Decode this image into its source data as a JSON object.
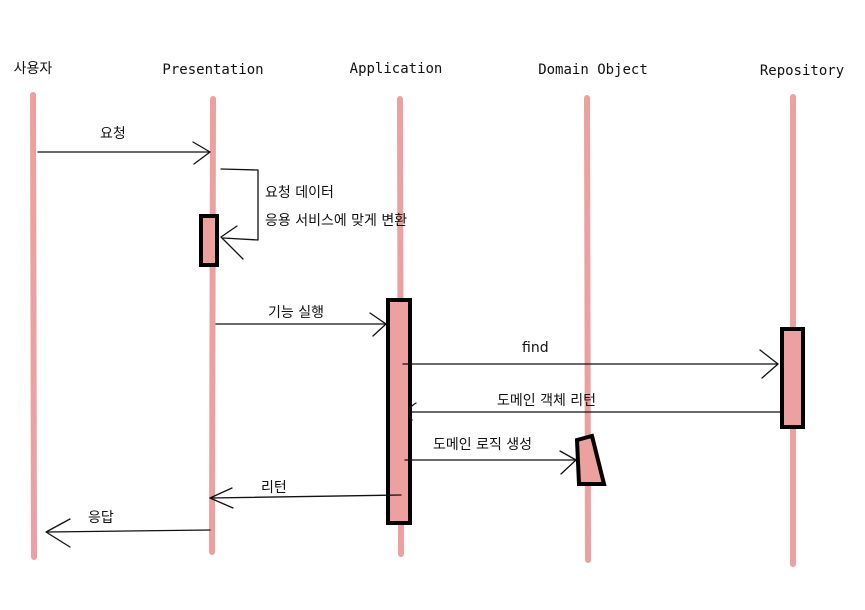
{
  "participants": [
    {
      "id": "user",
      "name": "사용자"
    },
    {
      "id": "presentation",
      "name": "Presentation"
    },
    {
      "id": "application",
      "name": "Application"
    },
    {
      "id": "domain",
      "name": "Domain Object"
    },
    {
      "id": "repository",
      "name": "Repository"
    }
  ],
  "messages": [
    {
      "id": "request",
      "from": "user",
      "to": "presentation",
      "label": "요청"
    },
    {
      "id": "convert",
      "from": "presentation",
      "to": "presentation",
      "lines": [
        "요청 데이터",
        "응용 서비스에 맞게 변환"
      ]
    },
    {
      "id": "execute",
      "from": "presentation",
      "to": "application",
      "label": "기능 실행"
    },
    {
      "id": "find",
      "from": "application",
      "to": "repository",
      "label": "find"
    },
    {
      "id": "return-domain",
      "from": "repository",
      "to": "application",
      "label": "도메인 객체 리턴"
    },
    {
      "id": "create-logic",
      "from": "application",
      "to": "domain",
      "label": "도메인 로직 생성"
    },
    {
      "id": "return",
      "from": "application",
      "to": "presentation",
      "label": "리턴"
    },
    {
      "id": "response",
      "from": "presentation",
      "to": "user",
      "label": "응답"
    }
  ]
}
